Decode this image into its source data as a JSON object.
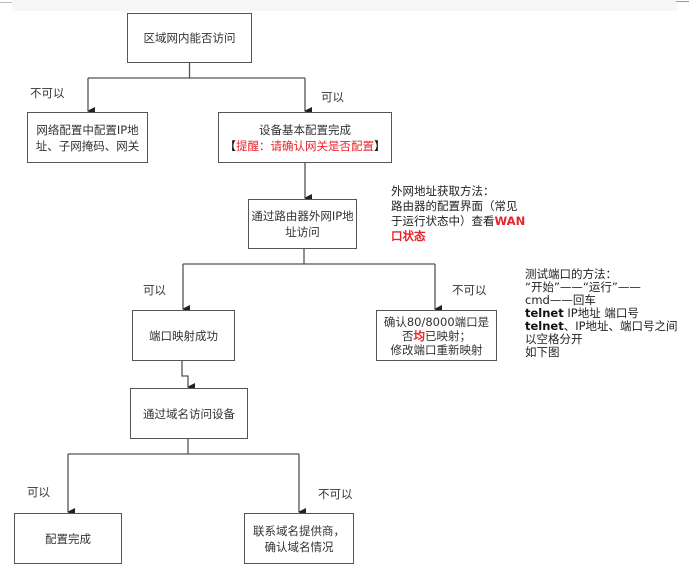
{
  "nodes": {
    "lan_access": {
      "text": "区域网内能否访问"
    },
    "configure_ip": {
      "line1": "网络配置中配置IP地",
      "line2": "址、子网掩码、网关"
    },
    "basic_config_done": {
      "line1": "设备基本配置完成",
      "reminder_open": "【",
      "reminder_text": "提醒：请确认网关是否配置",
      "reminder_close": "】"
    },
    "wan_ip_access": {
      "line1": "通过路由器外网IP地",
      "line2": "址访问"
    },
    "port_mapping_ok": {
      "text": "端口映射成功"
    },
    "check_ports": {
      "line1": "确认80/8000端口是",
      "line2_pre": "否",
      "line2_highlight": "均",
      "line2_post": "已映射；",
      "line3": "修改端口重新映射"
    },
    "domain_access": {
      "text": "通过域名访问设备"
    },
    "config_complete": {
      "text": "配置完成"
    },
    "contact_provider": {
      "line1": "联系域名提供商，",
      "line2": "确认域名情况"
    }
  },
  "edge_labels": {
    "lan_no": "不可以",
    "lan_yes": "可以",
    "wan_yes": "可以",
    "wan_no": "不可以",
    "domain_yes": "可以",
    "domain_no": "不可以"
  },
  "notes": {
    "wan_address": {
      "line1": "外网地址获取方法：",
      "line2": "路由器的配置界面（常见",
      "line3_pre": "于运行状态中）查看",
      "line3_highlight": "WAN",
      "line4_highlight": "口状态"
    },
    "port_test": {
      "line1": "测试端口的方法：",
      "line2": "“开始”——“运行”——",
      "line3": "cmd——回车",
      "line4_bold": "telnet",
      "line4_rest": " IP地址 端口号",
      "line5_bold": "telnet",
      "line5_rest": "、IP地址、端口号之间",
      "line6": "以空格分开",
      "line7": "如下图"
    }
  },
  "colors": {
    "highlight": "#e8242b",
    "line": "#555555",
    "text": "#333333"
  }
}
